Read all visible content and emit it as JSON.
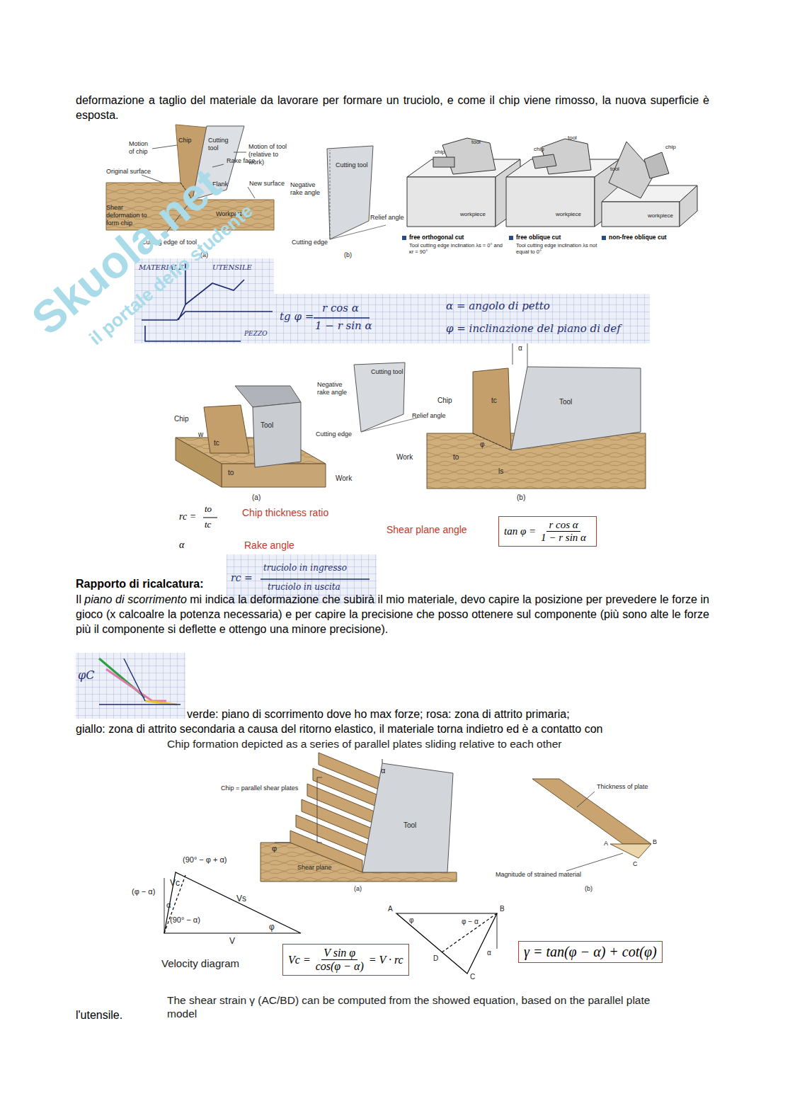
{
  "diagram": {
    "nodes": [
      {
        "text": [
          "tan φ =",
          "r cos α",
          "1 − r sin α"
        ]
      },
      {
        "text": [
          "Vc =",
          "V sin φ",
          "cos(φ − α)",
          "= V · rc"
        ]
      },
      {
        "text": [
          "γ = tan(φ − α) + cot(φ)"
        ]
      }
    ],
    "labels": [
      "deformazione a taglio del materiale da lavorare per formare un truciolo, e come il chip viene rimosso, la nuova superficie è esposta.",
      "Motion of chip",
      "Chip",
      "Cutting tool",
      "Motion of tool (relative to work)",
      "Rake face",
      "Original surface",
      "Flank",
      "New surface",
      "Shear deformation to form chip",
      "Workpart",
      "Cutting edge of tool",
      "(a)",
      "Cutting tool",
      "Negative rake angle",
      "Relief angle",
      "Cutting edge",
      "(b)",
      "tool",
      "chip",
      "workpiece",
      "free orthogonal cut",
      "Tool cutting edge inclination λs = 0° and κr = 90°",
      "tool",
      "chip",
      "workpiece",
      "free oblique cut",
      "Tool cutting edge inclination λs not equal to 0°",
      "tool",
      "chip",
      "workpiece",
      "non-free oblique cut",
      "MATERIALE",
      "UTENSILE",
      "PEZZO",
      "tg φ =",
      "r cos α",
      "1 − r sin α",
      "α = angolo di petto",
      "φ = inclinazione del piano di def",
      "Chip",
      "Tool",
      "w",
      "tc",
      "to",
      "Work",
      "(a)",
      "Cutting tool",
      "Negative rake angle",
      "Relief angle",
      "Cutting edge",
      "α",
      "Chip",
      "Tool",
      "tc",
      "to",
      "φ",
      "ls",
      "Work",
      "(b)",
      "rc =",
      "to",
      "tc",
      "Chip thickness ratio",
      "α",
      "Rake angle",
      "Shear plane angle",
      "rc =",
      "truciolo in ingresso",
      "truciolo in uscita",
      "Rapporto di ricalcatura:",
      "Il",
      "piano di scorrimento",
      "mi indica la deformazione che subirà il mio materiale, devo capire la posizione per prevedere le forze in gioco (x calcoalre la potenza necessaria) e per capire la precisione che posso ottenere sul componente (più sono alte le forze più il componente si deflette e ottengo una minore precisione).",
      "φC",
      "verde: piano di scorrimento dove ho max forze; rosa: zona di attrito primaria;",
      "giallo: zona di attrito secondaria a causa del ritorno elastico, il materiale torna indietro ed è a contatto con",
      "Chip formation depicted as a series of parallel plates sliding relative to each other",
      "Chip = parallel shear plates",
      "α",
      "Tool",
      "φ",
      "Shear plane",
      "(a)",
      "Thickness of plate",
      "A",
      "B",
      "C",
      "Magnitude of strained material",
      "(b)",
      "(90° − φ + α)",
      "Vc",
      "(φ − α)",
      "α",
      "(90° − α)",
      "Vs",
      "φ",
      "V",
      "Velocity diagram",
      "A",
      "B",
      "φ",
      "φ − α",
      "α",
      "D",
      "C",
      "The shear strain γ (AC/BD) can be computed from the showed equation, based on the parallel plate model",
      "l'utensile.",
      "Skuola.net",
      "il portale dello studente"
    ]
  }
}
